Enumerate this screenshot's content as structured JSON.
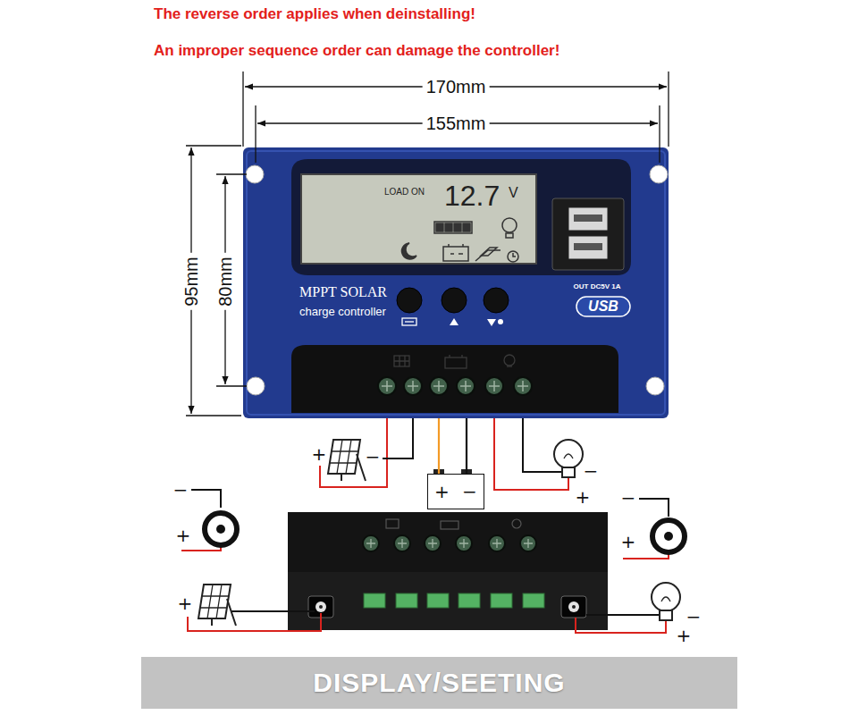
{
  "diagram": {
    "nodes": [
      {
        "text": [
          "MPPT SOLAR",
          "charge controller",
          "OUT DC5V 1A",
          "USB"
        ]
      },
      {
        "text": [
          "LOAD ON",
          "12.7",
          "V"
        ],
        "in": 0
      },
      {
        "text": [
          "+",
          "−"
        ]
      },
      {
        "text": [
          "DISPLAY/SEETING"
        ]
      }
    ],
    "edges": [
      {
        "from": 0,
        "to": 2,
        "arrow": "none"
      },
      {
        "from": 0,
        "to": 2,
        "arrow": "none"
      }
    ],
    "labels": [
      "The reverse order applies when deinstalling!",
      "An improper sequence order can damage the controller!",
      "170mm",
      "155mm",
      "95mm",
      "80mm",
      "+",
      "−",
      "−",
      "+",
      "−",
      "+",
      "−",
      "+",
      "+",
      "−",
      "+"
    ]
  }
}
